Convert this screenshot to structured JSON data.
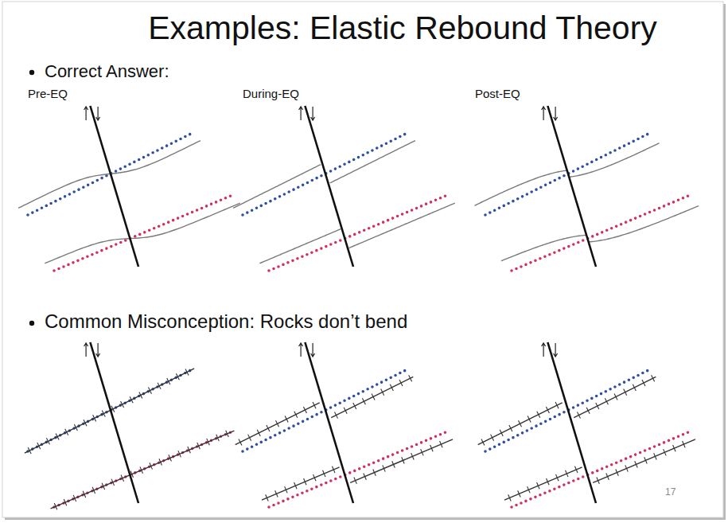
{
  "diagram": {
    "title": "Examples: Elastic Rebound Theory",
    "labels": [
      "Correct Answer:",
      "Pre-EQ",
      "During-EQ",
      "Post-EQ",
      "Common Misconception: Rocks don’t bend",
      "17"
    ]
  }
}
